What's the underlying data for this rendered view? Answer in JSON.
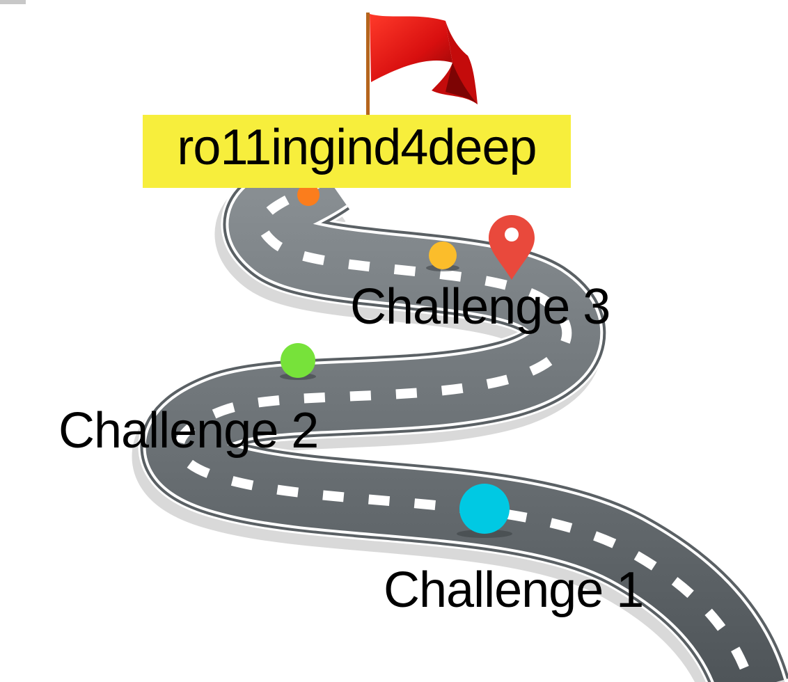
{
  "title": "ro11ingind4deep",
  "milestones": [
    {
      "label": "Challenge 1",
      "dot_color": "#00c9e3"
    },
    {
      "label": "Challenge 2",
      "dot_color": "#77e23a"
    },
    {
      "label": "Challenge 3",
      "dot_color": "#fbbd2b"
    }
  ],
  "start_dot_color": "#fb7d1c",
  "colors": {
    "title_highlight": "#f7ee3c",
    "road": "#5f6569",
    "flag": "#e01414",
    "pin": "#e9493c"
  },
  "icons": [
    "red-flag-icon",
    "map-pin-icon"
  ]
}
